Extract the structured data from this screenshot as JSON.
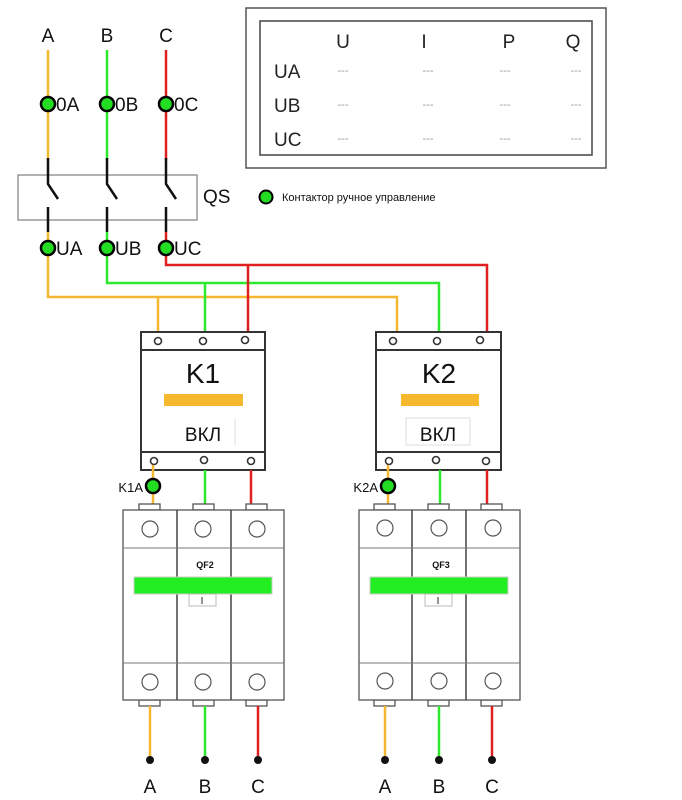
{
  "colors": {
    "phase_a": "#f5b731",
    "phase_b": "#2ee82e",
    "phase_c": "#e02020",
    "indicator": "#22dd22",
    "contactor_bar": "#f7b72f",
    "breaker_bar": "#22ee22"
  },
  "phases": {
    "top": [
      "A",
      "B",
      "C"
    ],
    "input_points": [
      "0A",
      "0B",
      "0C"
    ],
    "output_points": [
      "UA",
      "UB",
      "UC"
    ]
  },
  "switch": {
    "label": "QS"
  },
  "legend": {
    "icon": "green-circle",
    "text": "Контактор ручное управление"
  },
  "measurements": {
    "columns": [
      "U",
      "I",
      "P",
      "Q"
    ],
    "rows": [
      {
        "label": "UA",
        "values": [
          "---",
          "---",
          "---",
          "---"
        ]
      },
      {
        "label": "UB",
        "values": [
          "---",
          "---",
          "---",
          "---"
        ]
      },
      {
        "label": "UC",
        "values": [
          "---",
          "---",
          "---",
          "---"
        ]
      }
    ]
  },
  "contactors": [
    {
      "name": "K1",
      "state": "ВКЛ",
      "point": "K1A"
    },
    {
      "name": "K2",
      "state": "ВКЛ",
      "point": "K2A"
    }
  ],
  "breakers": [
    {
      "name": "QF2",
      "position": "I"
    },
    {
      "name": "QF3",
      "position": "I"
    }
  ],
  "outputs": [
    [
      "A",
      "B",
      "C"
    ],
    [
      "A",
      "B",
      "C"
    ]
  ]
}
